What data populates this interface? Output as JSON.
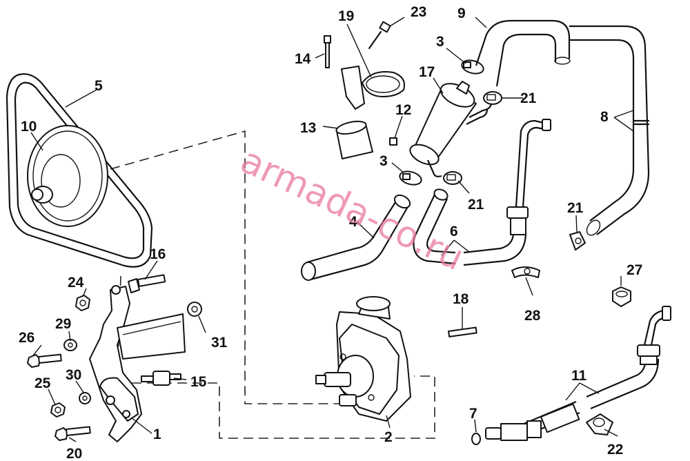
{
  "watermark": "armada-co.ru",
  "callouts": {
    "c1": "1",
    "c2": "2",
    "c3a": "3",
    "c3b": "3",
    "c4": "4",
    "c5": "5",
    "c6": "6",
    "c7": "7",
    "c8": "8",
    "c9": "9",
    "c10": "10",
    "c11": "11",
    "c12": "12",
    "c13": "13",
    "c14": "14",
    "c15": "15",
    "c16": "16",
    "c17": "17",
    "c18": "18",
    "c19": "19",
    "c20": "20",
    "c21a": "21",
    "c21b": "21",
    "c21c": "21",
    "c22": "22",
    "c23": "23",
    "c24": "24",
    "c25": "25",
    "c26": "26",
    "c27": "27",
    "c28": "28",
    "c29": "29",
    "c30": "30",
    "c31": "31"
  }
}
